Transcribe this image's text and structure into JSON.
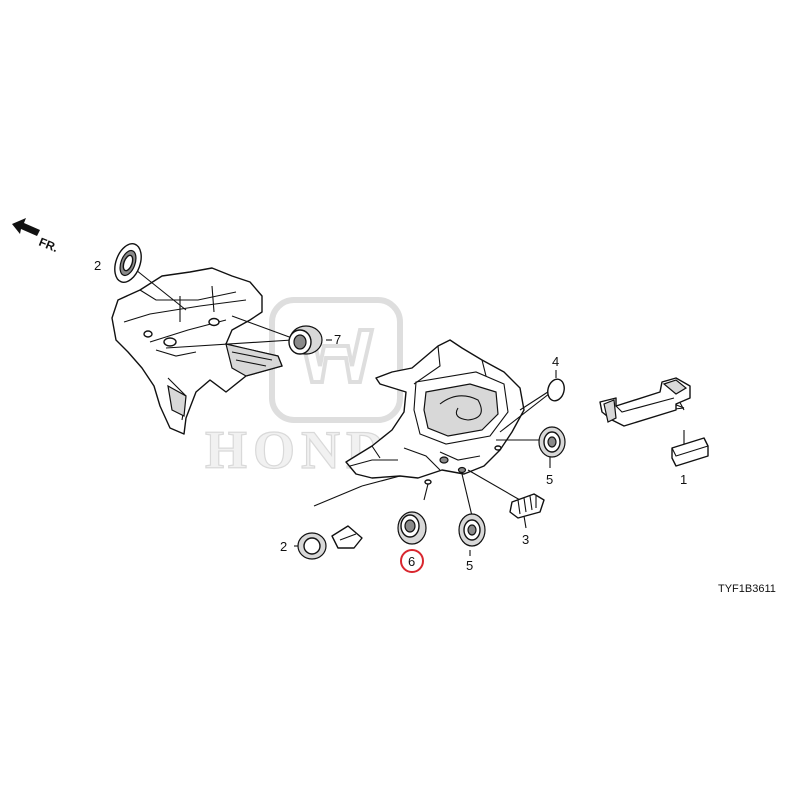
{
  "direction_label": "FR.",
  "diagram_code": "TYF1B3611",
  "watermark_text": "HONDA",
  "highlight_color": "#d9262e",
  "callouts": {
    "c1": "1",
    "c2a": "2",
    "c2b": "2",
    "c3": "3",
    "c4": "4",
    "c5a": "5",
    "c5b": "5",
    "c6": "6",
    "c7": "7"
  }
}
